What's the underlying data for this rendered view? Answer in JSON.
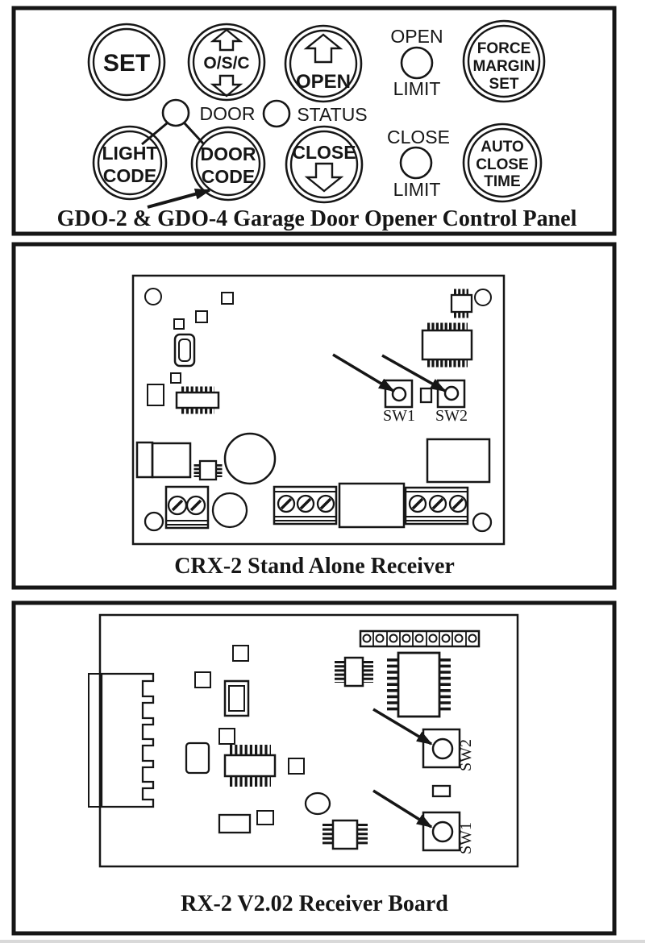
{
  "panel1": {
    "caption": "GDO-2 & GDO-4 Garage Door Opener Control Panel",
    "set_button": "SET",
    "osc_button": "O/S/C",
    "open_button": "OPEN",
    "close_button": "CLOSE",
    "light_code_button": [
      "LIGHT",
      "CODE"
    ],
    "door_code_button": [
      "DOOR",
      "CODE"
    ],
    "force_margin_set_button": [
      "FORCE",
      "MARGIN",
      "SET"
    ],
    "auto_close_time_button": [
      "AUTO",
      "CLOSE",
      "TIME"
    ],
    "door_led_label": "DOOR",
    "status_led_label": "STATUS",
    "open_limit_led": [
      "OPEN",
      "LIMIT"
    ],
    "close_limit_led": [
      "CLOSE",
      "LIMIT"
    ]
  },
  "panel2": {
    "caption": "CRX-2 Stand Alone Receiver",
    "sw1_label": "SW1",
    "sw2_label": "SW2"
  },
  "panel3": {
    "caption": "RX-2 V2.02 Receiver Board",
    "sw1_label": "SW1",
    "sw2_label": "SW2"
  },
  "colors": {
    "ink": "#161616",
    "paper": "#ffffff"
  }
}
